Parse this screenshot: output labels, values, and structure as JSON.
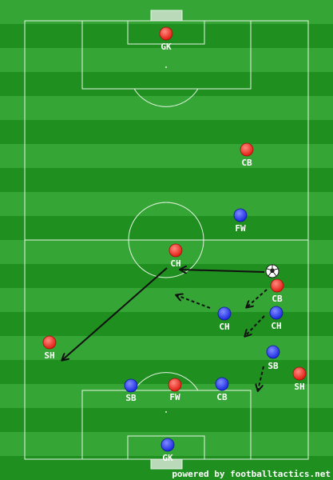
{
  "colors": {
    "grass_dark": "#1f8f1f",
    "grass_light": "#35a635",
    "lines": "#e8f5e8",
    "red_team": "#ff3b30",
    "blue_team": "#2a3cff",
    "arrow": "#111111"
  },
  "players": {
    "red_gk": "GK",
    "red_cb1": "CB",
    "red_ch": "CH",
    "red_cb2": "CB",
    "red_sh_left": "SH",
    "red_sh_right": "SH",
    "red_fw": "FW",
    "blue_fw": "FW",
    "blue_ch1": "CH",
    "blue_ch2": "CH",
    "blue_sb_right": "SB",
    "blue_sb_left": "SB",
    "blue_cb": "CB",
    "blue_gk": "GK"
  },
  "footer": {
    "credit": "powered by footballtactics.net"
  }
}
